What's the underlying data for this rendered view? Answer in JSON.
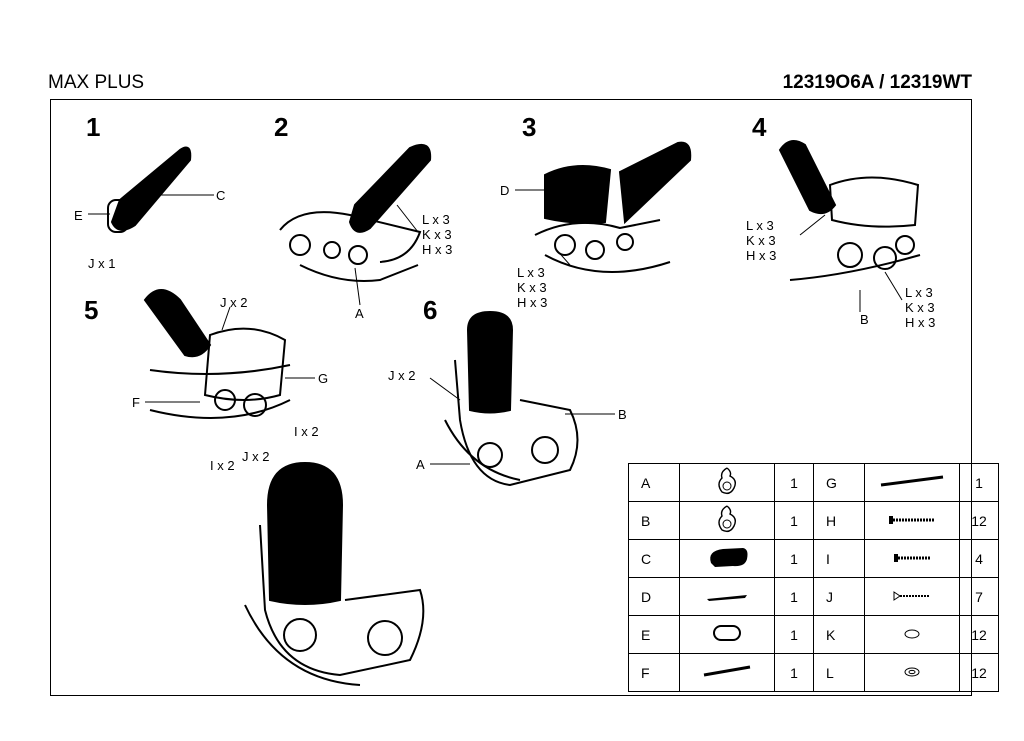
{
  "header": {
    "brand": "MAX PLUS",
    "codes": "12319O6A / 12319WT"
  },
  "steps": [
    {
      "number": "1",
      "labels": [
        "C",
        "E",
        "J x 1"
      ]
    },
    {
      "number": "2",
      "labels": [
        "L x 3\nK x 3\nH x 3",
        "A"
      ]
    },
    {
      "number": "3",
      "labels": [
        "D",
        "L x 3\nK x 3\nH x 3"
      ]
    },
    {
      "number": "4",
      "labels": [
        "L x 3\nK x 3\nH x 3",
        "L x 3\nK x 3\nH x 3",
        "B"
      ]
    },
    {
      "number": "5",
      "labels": [
        "J x 2",
        "G",
        "F",
        "I x 2",
        "J x 2",
        "I x 2"
      ]
    },
    {
      "number": "6",
      "labels": [
        "J x 2",
        "B",
        "A"
      ]
    }
  ],
  "parts": [
    {
      "left": {
        "letter": "A",
        "icon": "side-frame-icon",
        "qty": "1"
      },
      "right": {
        "letter": "G",
        "icon": "rod-icon",
        "qty": "1"
      }
    },
    {
      "left": {
        "letter": "B",
        "icon": "side-frame-icon",
        "qty": "1"
      },
      "right": {
        "letter": "H",
        "icon": "long-bolt-icon",
        "qty": "12"
      }
    },
    {
      "left": {
        "letter": "C",
        "icon": "backrest-icon",
        "qty": "1"
      },
      "right": {
        "letter": "I",
        "icon": "short-bolt-icon",
        "qty": "4"
      }
    },
    {
      "left": {
        "letter": "D",
        "icon": "seat-slat-icon",
        "qty": "1"
      },
      "right": {
        "letter": "J",
        "icon": "screw-icon",
        "qty": "7"
      }
    },
    {
      "left": {
        "letter": "E",
        "icon": "ring-icon",
        "qty": "1"
      },
      "right": {
        "letter": "K",
        "icon": "washer-icon",
        "qty": "12"
      }
    },
    {
      "left": {
        "letter": "F",
        "icon": "bar-icon",
        "qty": "1"
      },
      "right": {
        "letter": "L",
        "icon": "nut-icon",
        "qty": "12"
      }
    }
  ]
}
